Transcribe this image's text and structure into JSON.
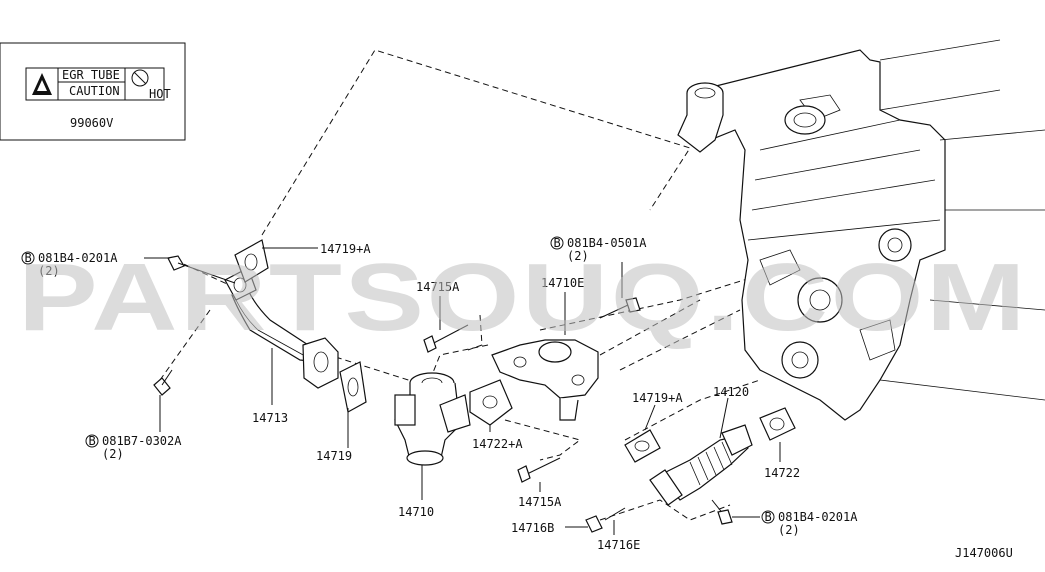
{
  "caution_label": {
    "tube_text": "EGR TUBE",
    "caution_text": "CAUTION",
    "hot_text": "HOT",
    "part_no": "99060V"
  },
  "callouts": {
    "c14719a_top": "14719+A",
    "c081b4_0201a_left": "081B4-0201A",
    "c081b4_0201a_left_qty": "(2)",
    "c14713": "14713",
    "c14719": "14719",
    "c081b7_0302a": "081B7-0302A",
    "c081b7_0302a_qty": "(2)",
    "c14715a_top": "14715A",
    "c081b4_0501a": "081B4-0501A",
    "c081b4_0501a_qty": "(2)",
    "c14710e": "14710E",
    "c14722a": "14722+A",
    "c14710": "14710",
    "c14715a_bottom": "14715A",
    "c14716b": "14716B",
    "c14716e": "14716E",
    "c14719a_right": "14719+A",
    "c14120": "14120",
    "c14722": "14722",
    "c081b4_0201a_right": "081B4-0201A",
    "c081b4_0201a_right_qty": "(2)",
    "bolt_marker": "B"
  },
  "diagram_code": "J147006U",
  "watermark": "PARTSOUQ.COM"
}
